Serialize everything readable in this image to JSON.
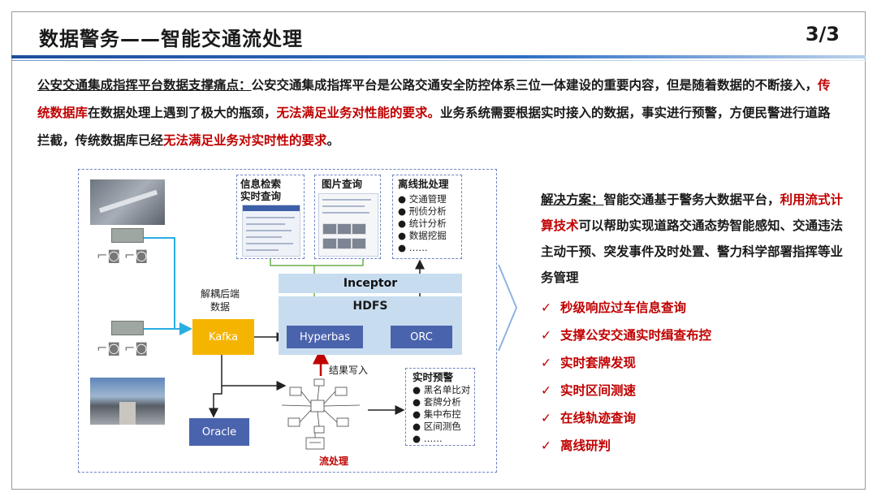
{
  "header": {
    "title": "数据警务——智能交通流处理",
    "page": "3/3"
  },
  "intro": {
    "s1": "公安交通集成指挥平台数据支撑痛点：",
    "s2": "公安交通集成指挥平台是公路交通安全防控体系三位一体建设的重要内容，但是随着数据的不断接入，",
    "s3": "传统数据库",
    "s4": "在数据处理上遇到了极大的瓶颈，",
    "s5": "无法满足业务对性能的要求。",
    "s6": "业务系统需要根据实时接入的数据，事实进行预警，方便民警进行道路拦截，传统数据库已经",
    "s7": "无法满足业务对实时性的要求",
    "s8": "。"
  },
  "diagram": {
    "panel_search": {
      "title1": "信息检索",
      "title2": "实时查询"
    },
    "panel_image": {
      "title": "图片查询"
    },
    "panel_batch": {
      "title": "离线批处理",
      "items": [
        "交通管理",
        "刑侦分析",
        "统计分析",
        "数据挖掘",
        "……"
      ]
    },
    "decouple_label1": "解耦后端",
    "decouple_label2": "数据",
    "kafka": "Kafka",
    "inceptor": "Inceptor",
    "hdfs": "HDFS",
    "hyperbase": "Hyperbas",
    "orc": "ORC",
    "result_write": "结果写入",
    "oracle": "Oracle",
    "stream_label": "流处理",
    "panel_alert": {
      "title": "实时预警",
      "items": [
        "黑名单比对",
        "套牌分析",
        "集中布控",
        "区间测色",
        "……"
      ]
    }
  },
  "solution": {
    "s1": "解决方案：",
    "s2": "智能交通基于警务大数据平台，",
    "s3": "利用流式计算技术",
    "s4": "可以帮助实现道路交通态势智能感知、交通违法主动干预、突发事件及时处置、警力科学部署指挥等业务管理",
    "check_mark": "✓",
    "items": [
      "秒级响应过车信息查询",
      "支撑公安交通实时缉查布控",
      "实时套牌发现",
      "实时区间测速",
      "在线轨迹查询",
      "离线研判"
    ]
  },
  "colors": {
    "accent_blue": "#1f4e9c",
    "red": "#c00000",
    "kafka": "#f5b400",
    "box_blue": "#4a63ad",
    "hdfs_bg": "#c7dcef"
  }
}
